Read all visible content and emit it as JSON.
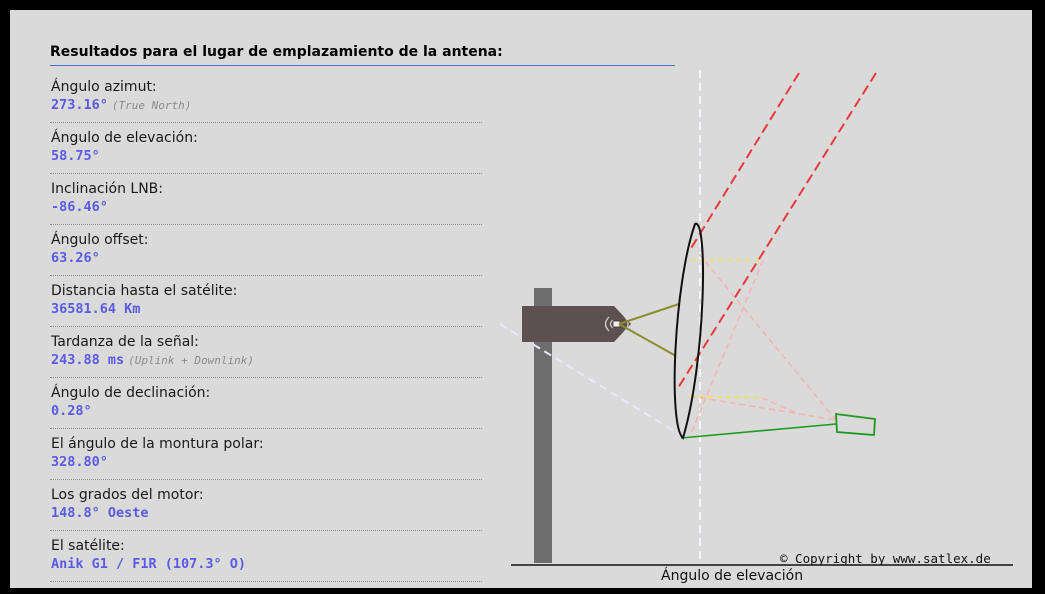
{
  "panel": {
    "title": "Resultados para el lugar de emplazamiento de la antena:"
  },
  "results": [
    {
      "label": "Ángulo azimut:",
      "value": "273.16°",
      "note": "(True North)"
    },
    {
      "label": "Ángulo de elevación:",
      "value": "58.75°",
      "note": ""
    },
    {
      "label": "Inclinación LNB:",
      "value": "-86.46°",
      "note": ""
    },
    {
      "label": "Ángulo offset:",
      "value": "63.26°",
      "note": ""
    },
    {
      "label": "Distancia hasta el satélite:",
      "value": "36581.64 Km",
      "note": ""
    },
    {
      "label": "Tardanza de la señal:",
      "value": "243.88 ms",
      "note": "(Uplink + Downlink)"
    },
    {
      "label": "Ángulo de declinación:",
      "value": "0.28°",
      "note": ""
    },
    {
      "label": "El ángulo de la montura polar:",
      "value": "328.80°",
      "note": ""
    },
    {
      "label": "Los grados del motor:",
      "value": "148.8° Oeste",
      "note": ""
    },
    {
      "label": "El satélite:",
      "value": "Anik G1 / F1R (107.3° O)",
      "note": ""
    }
  ],
  "diagram": {
    "copyright": "© Copyright by www.satlex.de",
    "caption": "Ángulo de elevación",
    "elevation_angle_deg": 58.75,
    "colors": {
      "background": "#dadada",
      "pole": "#6e6e6e",
      "mount_head": "#5d5050",
      "signal_beam": "#e83a3a",
      "focus_lines": "#f4b4b4",
      "offset_guides": "#f2e24a",
      "lnb_arm": "#1e9a1e",
      "dish": "#000000",
      "vertical_guide": "#f4f4ff",
      "mount_arms": "#8c8c2e",
      "title_underline": "#4a6fd0",
      "value_text": "#5a5ae8"
    }
  }
}
